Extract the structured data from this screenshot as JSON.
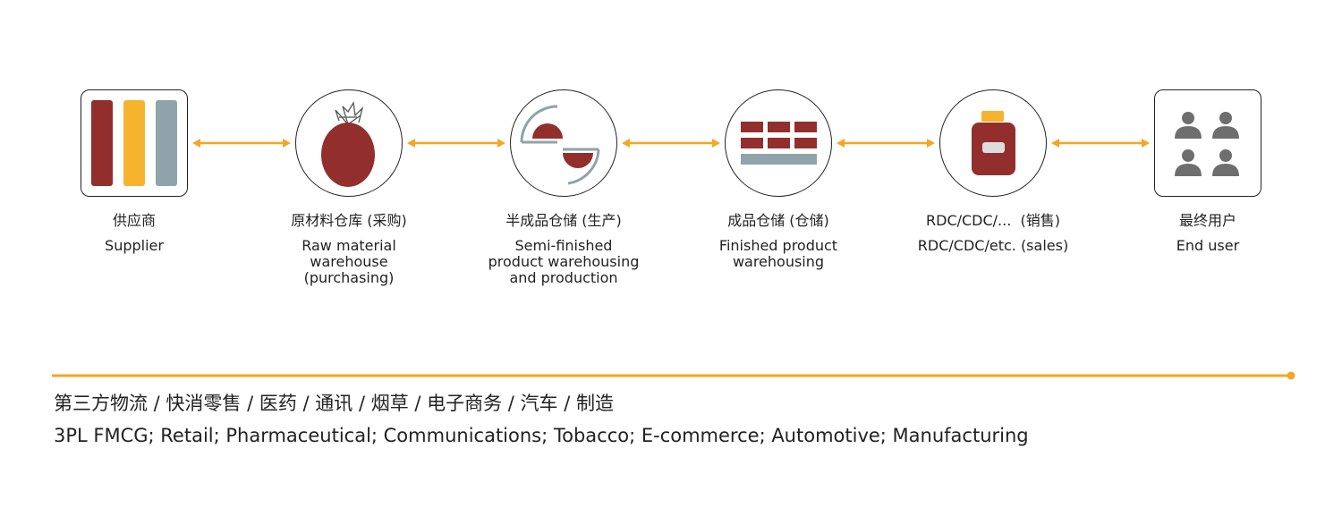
{
  "colors": {
    "red": "#922f2c",
    "yellow": "#f5b32e",
    "grey": "#8fa3aa",
    "dark_grey": "#6e6e6e",
    "arrow": "#f5a623",
    "stroke": "#222222"
  },
  "stages": [
    {
      "icon": "supplier-bars-icon",
      "zh": "供应商",
      "en": "Supplier"
    },
    {
      "icon": "pineapple-icon",
      "zh": "原材料仓库 (采购)",
      "en": "Raw material\nwarehouse\n(purchasing)"
    },
    {
      "icon": "semicircles-icon",
      "zh": "半成品仓储 (生产)",
      "en": "Semi-finished\nproduct warehousing\nand production"
    },
    {
      "icon": "brick-shelf-icon",
      "zh": "成品仓储 (仓储)",
      "en": "Finished product\nwarehousing"
    },
    {
      "icon": "jar-icon",
      "zh": "RDC/CDC/...  (销售)",
      "en": "RDC/CDC/etc. (sales)"
    },
    {
      "icon": "users-icon",
      "zh": "最终用户",
      "en": "End user"
    }
  ],
  "industries": {
    "zh": "第三方物流 / 快消零售 / 医药 / 通讯 / 烟草 / 电子商务 / 汽车 / 制造",
    "en": "3PL FMCG; Retail; Pharmaceutical; Communications; Tobacco; E-commerce; Automotive; Manufacturing"
  }
}
